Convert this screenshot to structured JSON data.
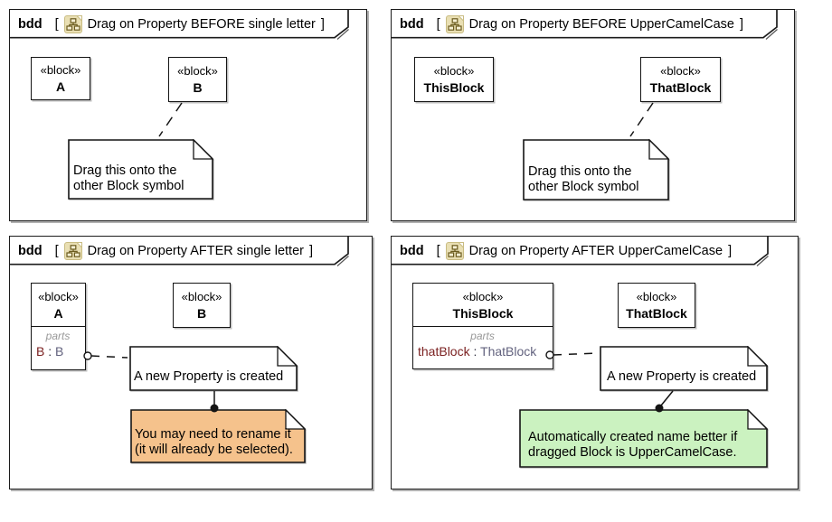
{
  "colors": {
    "frame_border": "#1c1c1c",
    "note_fill_white": "#ffffff",
    "note_fill_orange": "#F5C28C",
    "note_fill_green": "#CBF2C0",
    "part_name_color": "#7B2121",
    "part_type_color": "#62627E",
    "parts_label_color": "#999999",
    "diagram_icon_fill": "#E9DFB3",
    "diagram_icon_glyph": "#6B5B1E"
  },
  "frames": [
    {
      "keyword": "bdd",
      "open_bracket": "[",
      "close_bracket": "]",
      "title": "Drag on Property BEFORE single letter",
      "blocks": [
        {
          "stereotype": "«block»",
          "name": "A"
        },
        {
          "stereotype": "«block»",
          "name": "B"
        }
      ],
      "note": {
        "line1": "Drag this onto the",
        "line2": "other Block symbol"
      }
    },
    {
      "keyword": "bdd",
      "open_bracket": "[",
      "close_bracket": "]",
      "title": "Drag on Property BEFORE UpperCamelCase",
      "blocks": [
        {
          "stereotype": "«block»",
          "name": "ThisBlock"
        },
        {
          "stereotype": "«block»",
          "name": "ThatBlock"
        }
      ],
      "note": {
        "line1": "Drag this onto the",
        "line2": "other Block symbol"
      }
    },
    {
      "keyword": "bdd",
      "open_bracket": "[",
      "close_bracket": "]",
      "title": "Drag on Property AFTER single letter",
      "blocks": [
        {
          "stereotype": "«block»",
          "name": "A",
          "parts_label": "parts",
          "part_name": "B",
          "part_colon": " : ",
          "part_type": "B"
        },
        {
          "stereotype": "«block»",
          "name": "B"
        }
      ],
      "property_note": {
        "text": "A new Property is created"
      },
      "comment_note": {
        "line1": "You may need to rename it",
        "line2": "(it will already be selected)."
      }
    },
    {
      "keyword": "bdd",
      "open_bracket": "[",
      "close_bracket": "]",
      "title": "Drag on Property AFTER UpperCamelCase",
      "blocks": [
        {
          "stereotype": "«block»",
          "name": "ThisBlock",
          "parts_label": "parts",
          "part_name": "thatBlock",
          "part_colon": " : ",
          "part_type": "ThatBlock"
        },
        {
          "stereotype": "«block»",
          "name": "ThatBlock"
        }
      ],
      "property_note": {
        "text": "A new Property is created"
      },
      "comment_note": {
        "line1": "Automatically created name better if",
        "line2": "dragged Block is UpperCamelCase."
      }
    }
  ]
}
